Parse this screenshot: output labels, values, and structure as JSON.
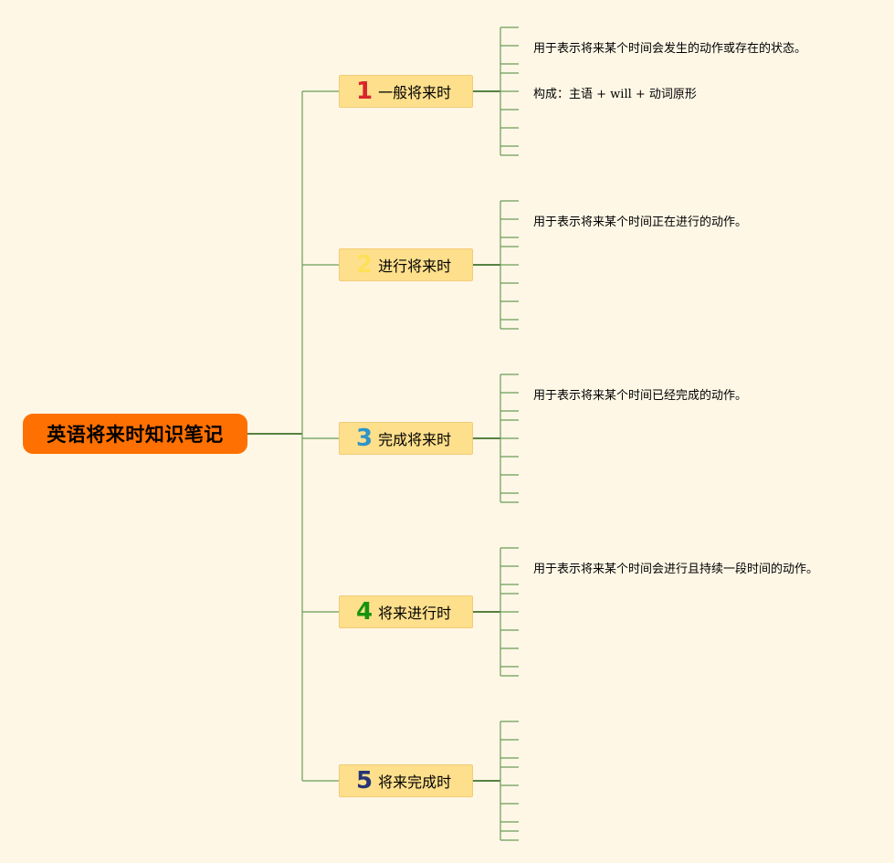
{
  "background": "#fef7e6",
  "colors": {
    "root": "#fe7001",
    "branch_fill": "#fedf8b",
    "branch_border": "#f1cc78",
    "line_dark": "#1e5a0a",
    "line_light": "#6b9c56"
  },
  "root": {
    "label": "英语将来时知识笔记"
  },
  "branches": [
    {
      "number": "1",
      "number_color": "#d7262d",
      "label": "一般将来时",
      "notes": [
        "用于表示将来某个时间会发生的动作或存在的状态。",
        "构成：主语 + will + 动词原形"
      ]
    },
    {
      "number": "2",
      "number_color": "#fde05a",
      "label": "进行将来时",
      "notes": [
        "用于表示将来某个时间正在进行的动作。"
      ]
    },
    {
      "number": "3",
      "number_color": "#2e94c9",
      "label": "完成将来时",
      "notes": [
        "用于表示将来某个时间已经完成的动作。"
      ]
    },
    {
      "number": "4",
      "number_color": "#17930f",
      "label": "将来进行时",
      "notes": [
        "用于表示将来某个时间会进行且持续一段时间的动作。"
      ]
    },
    {
      "number": "5",
      "number_color": "#273475",
      "label": "将来完成时",
      "notes": []
    }
  ]
}
